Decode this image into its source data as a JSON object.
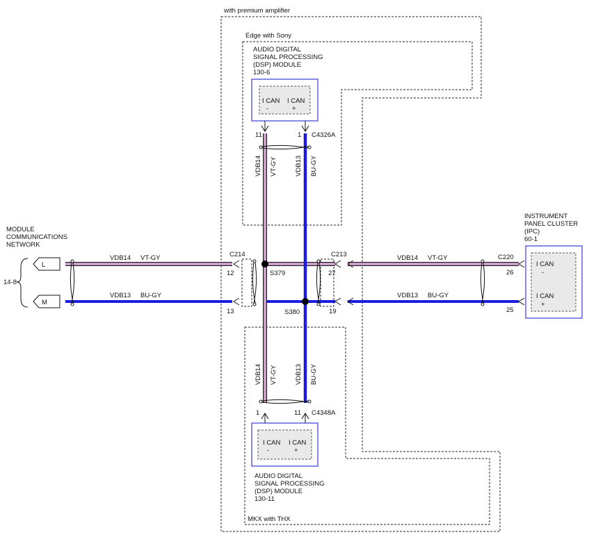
{
  "labels": {
    "premium": "with premium amplifier",
    "sony": "Edge with Sony",
    "thx": "MKX with THX",
    "dsp_top": [
      "AUDIO DIGITAL",
      "SIGNAL PROCESSING",
      "(DSP) MODULE",
      "130-6"
    ],
    "dsp_bottom": [
      "AUDIO DIGITAL",
      "SIGNAL PROCESSING",
      "(DSP) MODULE",
      "130-11"
    ],
    "ipc": [
      "INSTRUMENT",
      "PANEL CLUSTER",
      "(IPC)",
      "60-1"
    ],
    "mcn": [
      "MODULE",
      "COMMUNICATIONS",
      "NETWORK"
    ],
    "mcn_ref": "14-8",
    "pin_l": "L",
    "pin_m": "M",
    "ican": "I CAN",
    "minus": "-",
    "plus": "+"
  },
  "connectors": {
    "c4326a": "C4326A",
    "c4348a": "C4348A",
    "c214": "C214",
    "c213": "C213",
    "c220": "C220"
  },
  "splices": {
    "s379": "S379",
    "s380": "S380"
  },
  "pins": {
    "top_left": "11",
    "top_right": "1",
    "bot_left": "1",
    "bot_right": "11",
    "c214_top": "12",
    "c214_bot": "13",
    "c213_top": "27",
    "c213_bot": "19",
    "c220_top": "26",
    "c220_bot": "25"
  },
  "wires": {
    "vdb14": "VDB14",
    "vdb13": "VDB13",
    "vtgy": "VT-GY",
    "bugy": "BU-GY"
  },
  "colors": {
    "vt_gy": "#d7a7d7",
    "bu_gy": "#1c1ce0",
    "module_border": "#3a3ad8"
  }
}
